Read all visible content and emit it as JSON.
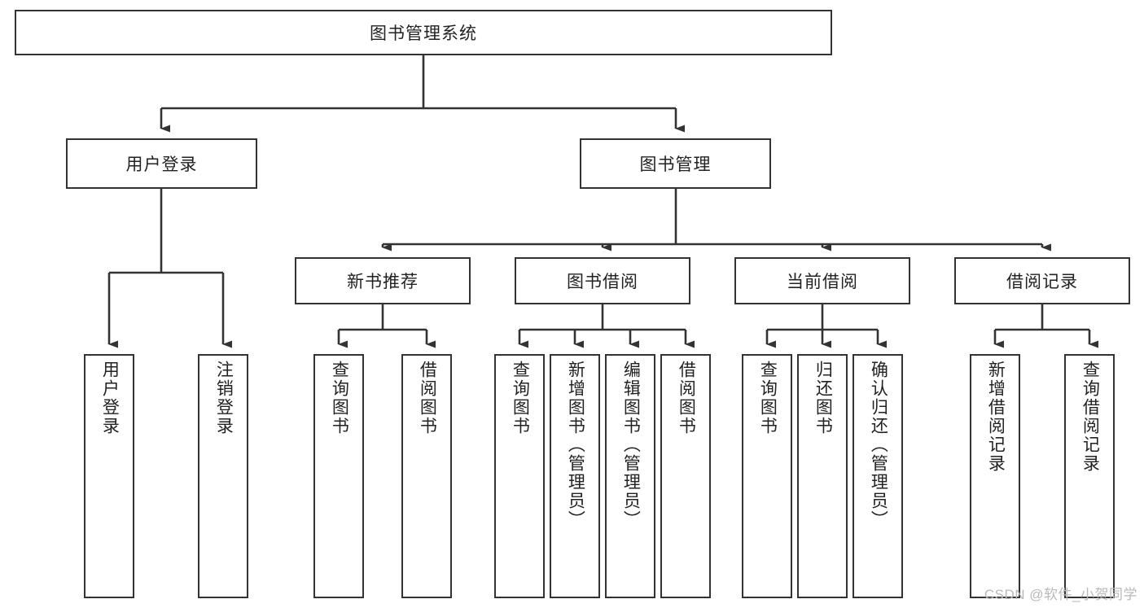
{
  "diagram": {
    "title": "图书管理系统",
    "type": "hierarchy-tree",
    "colors": {
      "node_border": "#333333",
      "node_fill": "#ffffff",
      "edge": "#333333",
      "text": "#222222",
      "watermark": "#b9b9b9"
    },
    "root": {
      "label": "图书管理系统"
    },
    "level2": [
      {
        "label": "用户登录"
      },
      {
        "label": "图书管理"
      }
    ],
    "level3": [
      {
        "label": "新书推荐"
      },
      {
        "label": "图书借阅"
      },
      {
        "label": "当前借阅"
      },
      {
        "label": "借阅记录"
      }
    ],
    "leaves": {
      "user_login": [
        {
          "label": "用户登录"
        },
        {
          "label": "注销登录"
        }
      ],
      "new_book_recommend": [
        {
          "label": "查询图书"
        },
        {
          "label": "借阅图书"
        }
      ],
      "book_borrow": [
        {
          "label": "查询图书"
        },
        {
          "label": "新增图书（管理员）"
        },
        {
          "label": "编辑图书（管理员）"
        },
        {
          "label": "借阅图书"
        }
      ],
      "current_borrow": [
        {
          "label": "查询图书"
        },
        {
          "label": "归还图书"
        },
        {
          "label": "确认归还（管理员）"
        }
      ],
      "borrow_record": [
        {
          "label": "新增借阅记录"
        },
        {
          "label": "查询借阅记录"
        }
      ]
    },
    "watermark": "CSDN @软件_小贺同学"
  }
}
